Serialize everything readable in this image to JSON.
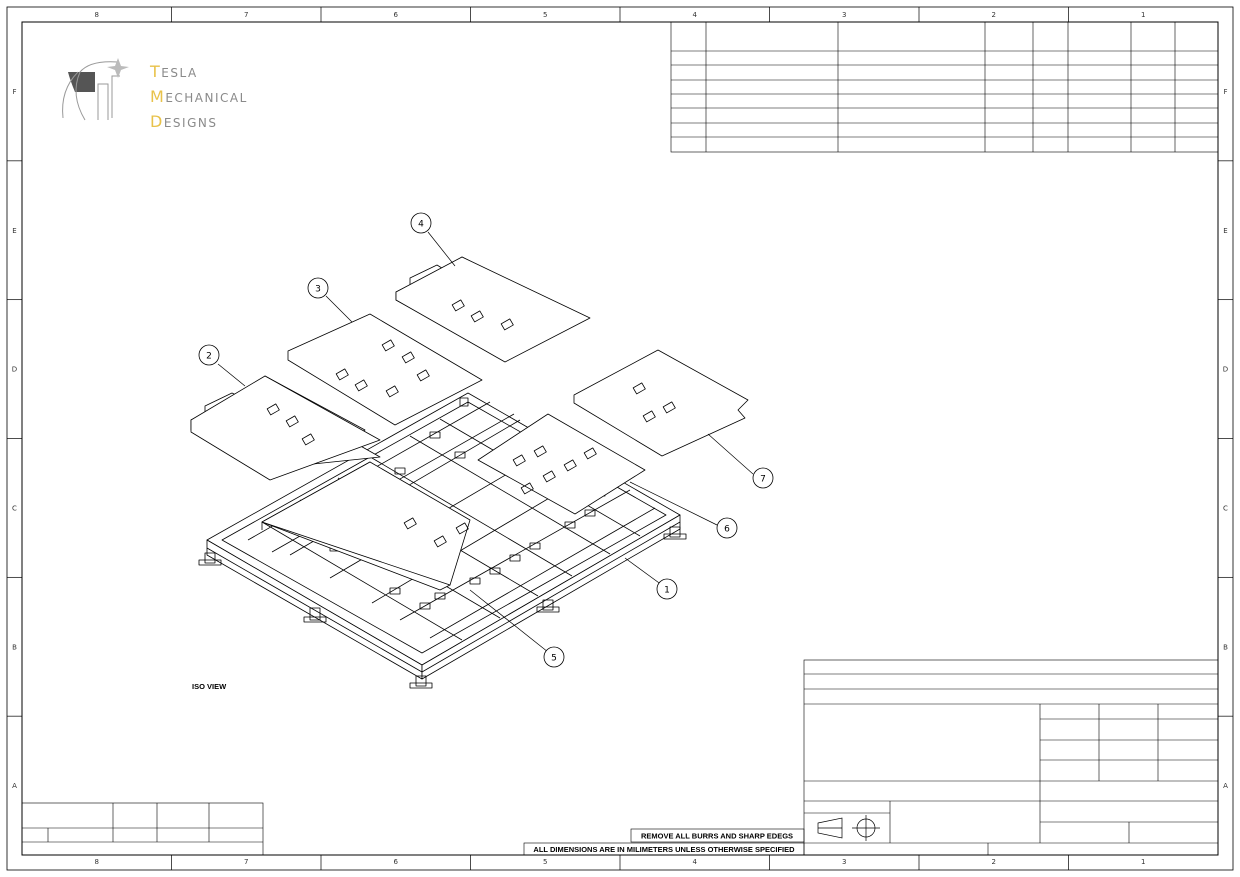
{
  "sheet": {
    "zone_columns": [
      "8",
      "7",
      "6",
      "5",
      "4",
      "3",
      "2",
      "1"
    ],
    "zone_rows": [
      "F",
      "E",
      "D",
      "C",
      "B",
      "A"
    ]
  },
  "logo": {
    "line1": {
      "initial": "T",
      "rest": "ESLA"
    },
    "line2": {
      "initial": "M",
      "rest": "ECHANICAL"
    },
    "line3": {
      "initial": "D",
      "rest": "ESIGNS"
    },
    "accent_color": "#e8c24a",
    "text_color": "#8a8a8a"
  },
  "view_label": "ISO VIEW",
  "balloons": [
    "1",
    "2",
    "3",
    "4",
    "5",
    "6",
    "7"
  ],
  "notes": {
    "burrs": "REMOVE ALL BURRS AND SHARP EDEGS",
    "dimensions": "ALL DIMENSIONS ARE IN MILIMETERS UNLESS OTHERWISE SPECIFIED"
  }
}
